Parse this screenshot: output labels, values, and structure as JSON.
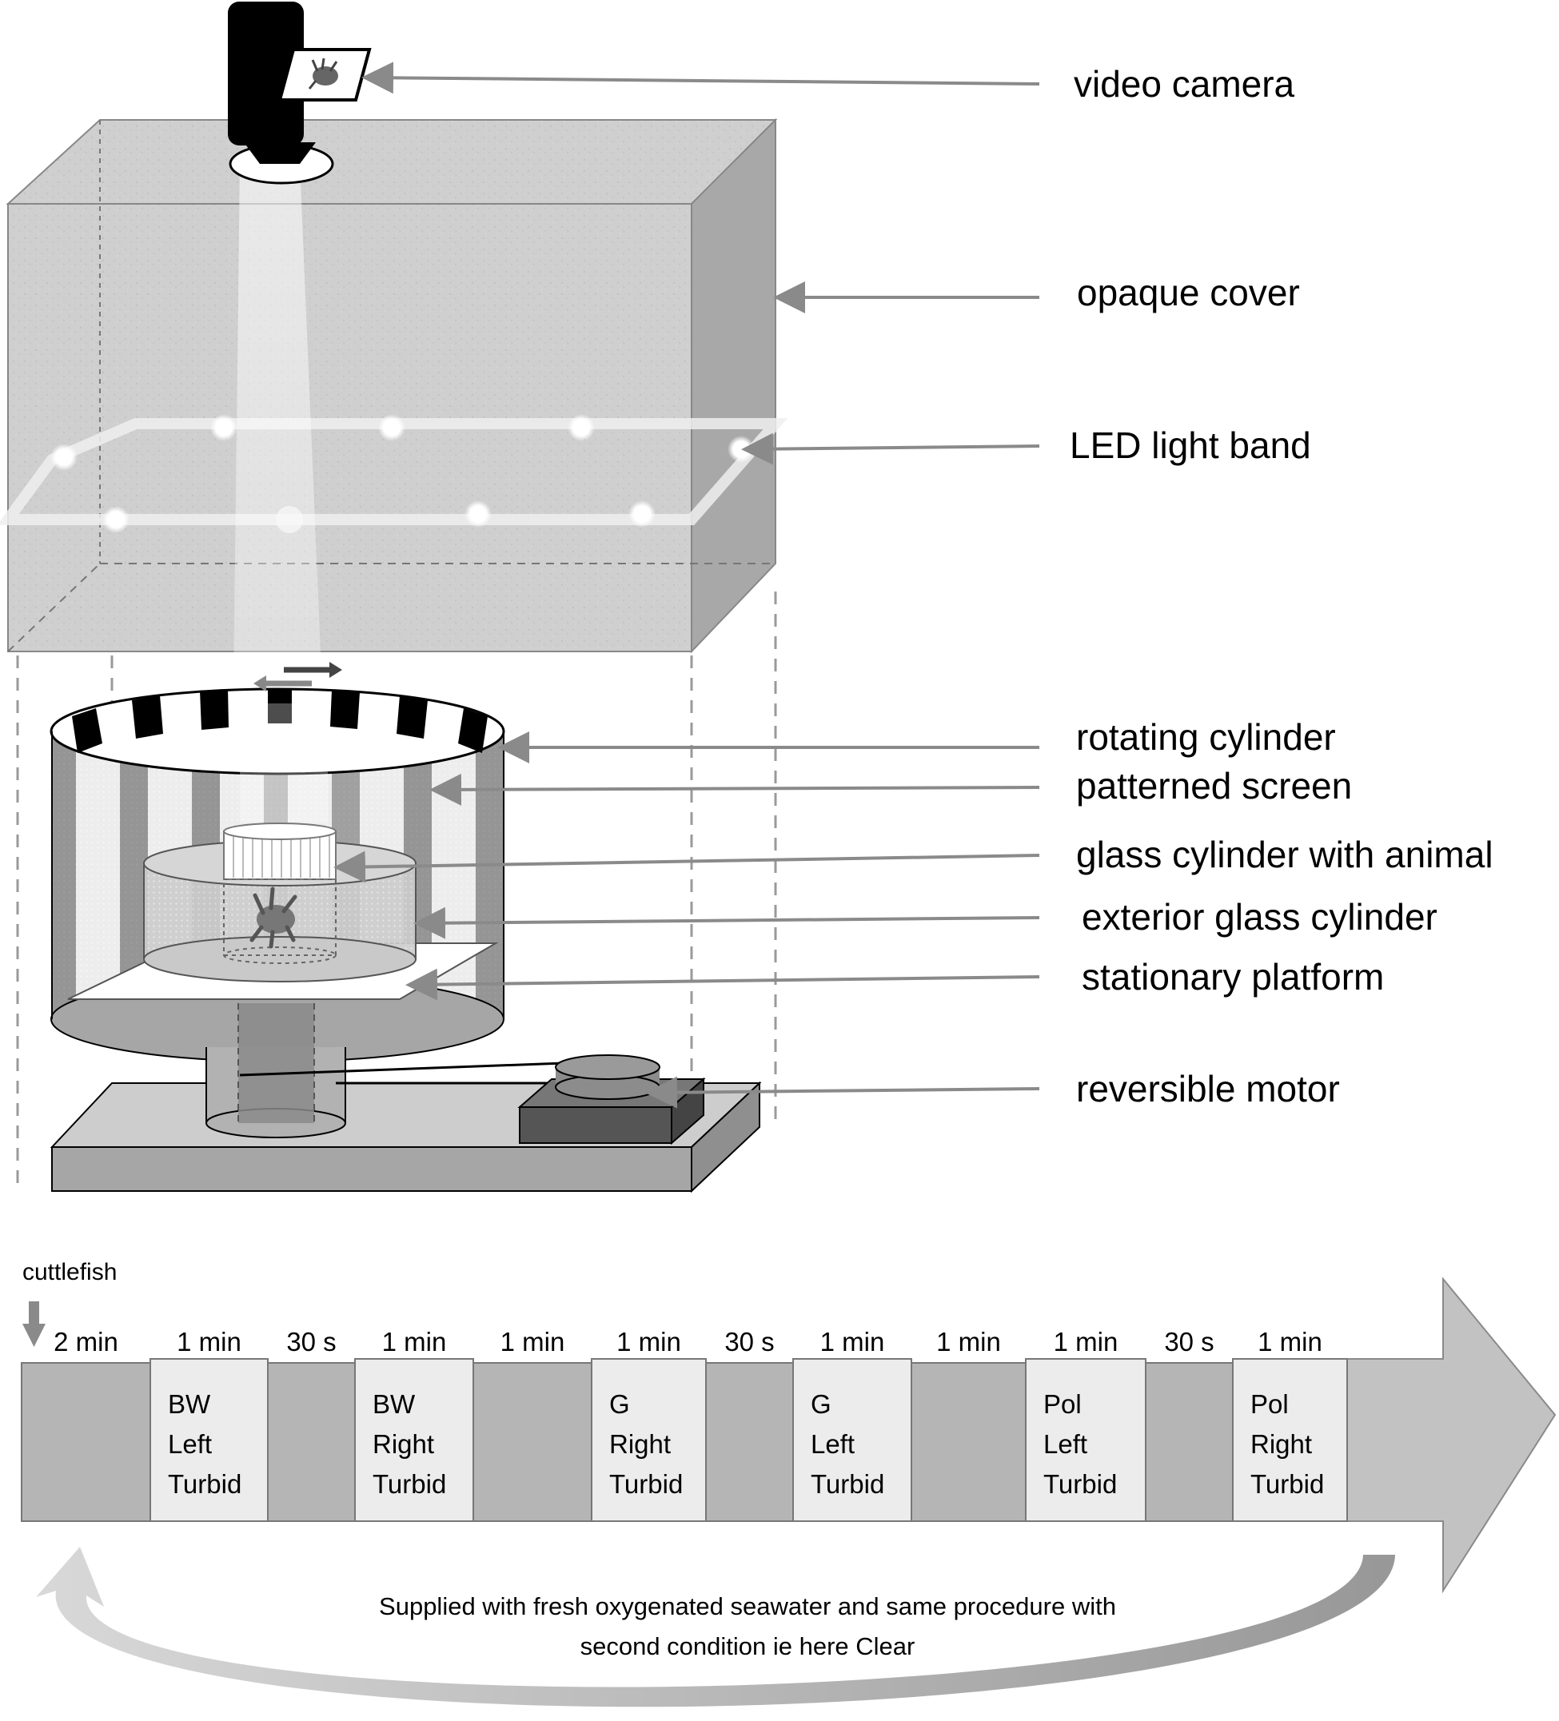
{
  "callouts": {
    "video_camera": "video camera",
    "opaque_cover": "opaque cover",
    "led_light_band": "LED light band",
    "rotating_cylinder": "rotating cylinder",
    "patterned_screen": "patterned screen",
    "glass_cylinder_with_animal": "glass cylinder with animal",
    "exterior_glass_cylinder": "exterior glass cylinder",
    "stationary_platform": "stationary platform",
    "reversible_motor": "reversible motor"
  },
  "timeline": {
    "start_label": "cuttlefish",
    "segments": [
      {
        "duration": "2 min",
        "lines": [],
        "kind": "rest"
      },
      {
        "duration": "1 min",
        "lines": [
          "BW",
          "Left",
          "Turbid"
        ],
        "kind": "stim"
      },
      {
        "duration": "30 s",
        "lines": [],
        "kind": "rest"
      },
      {
        "duration": "1 min",
        "lines": [
          "BW",
          "Right",
          "Turbid"
        ],
        "kind": "stim"
      },
      {
        "duration": "1 min",
        "lines": [],
        "kind": "rest"
      },
      {
        "duration": "1 min",
        "lines": [
          "G",
          "Right",
          "Turbid"
        ],
        "kind": "stim"
      },
      {
        "duration": "30 s",
        "lines": [],
        "kind": "rest"
      },
      {
        "duration": "1 min",
        "lines": [
          "G",
          "Left",
          "Turbid"
        ],
        "kind": "stim"
      },
      {
        "duration": "1 min",
        "lines": [],
        "kind": "rest"
      },
      {
        "duration": "1 min",
        "lines": [
          "Pol",
          "Left",
          "Turbid"
        ],
        "kind": "stim"
      },
      {
        "duration": "30 s",
        "lines": [],
        "kind": "rest"
      },
      {
        "duration": "1 min",
        "lines": [
          "Pol",
          "Right",
          "Turbid"
        ],
        "kind": "stim"
      }
    ],
    "note_line1": "Supplied with fresh oxygenated seawater and same procedure with",
    "note_line2": "second condition ie here Clear"
  },
  "colors": {
    "rest_fill": "#b5b5b5",
    "stim_fill": "#ececec",
    "arrow_fill": "#c2c2c2",
    "callout_line": "#8a8a8a",
    "cover_fill": "#cdcdcd",
    "cover_side": "#a9a9a9"
  }
}
